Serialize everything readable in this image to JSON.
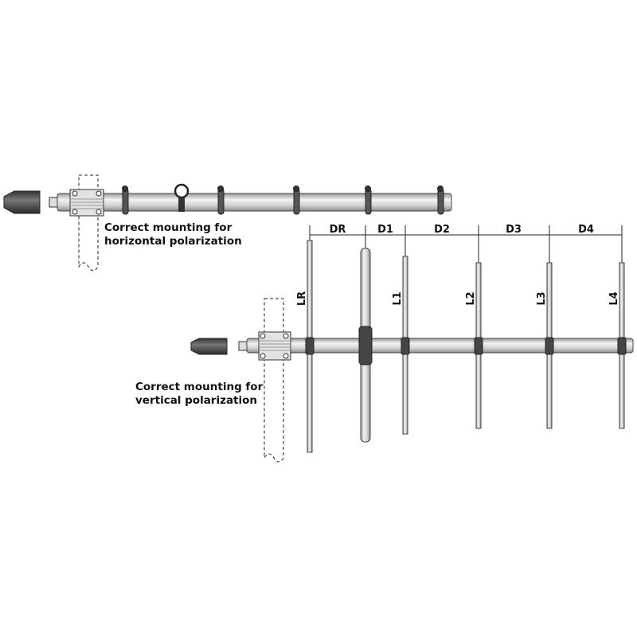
{
  "horizontal": {
    "caption_line1": "Correct mounting for",
    "caption_line2": "horizontal polarization"
  },
  "vertical": {
    "caption_line1": "Correct mounting for",
    "caption_line2": "vertical polarization"
  },
  "spacings": [
    "DR",
    "D1",
    "D2",
    "D3",
    "D4"
  ],
  "element_lengths": [
    "LR",
    "L1",
    "L2",
    "L3",
    "L4"
  ],
  "colors": {
    "tube": "#d9d9d9",
    "connector": "#4a4a4a",
    "line": "#222222"
  }
}
